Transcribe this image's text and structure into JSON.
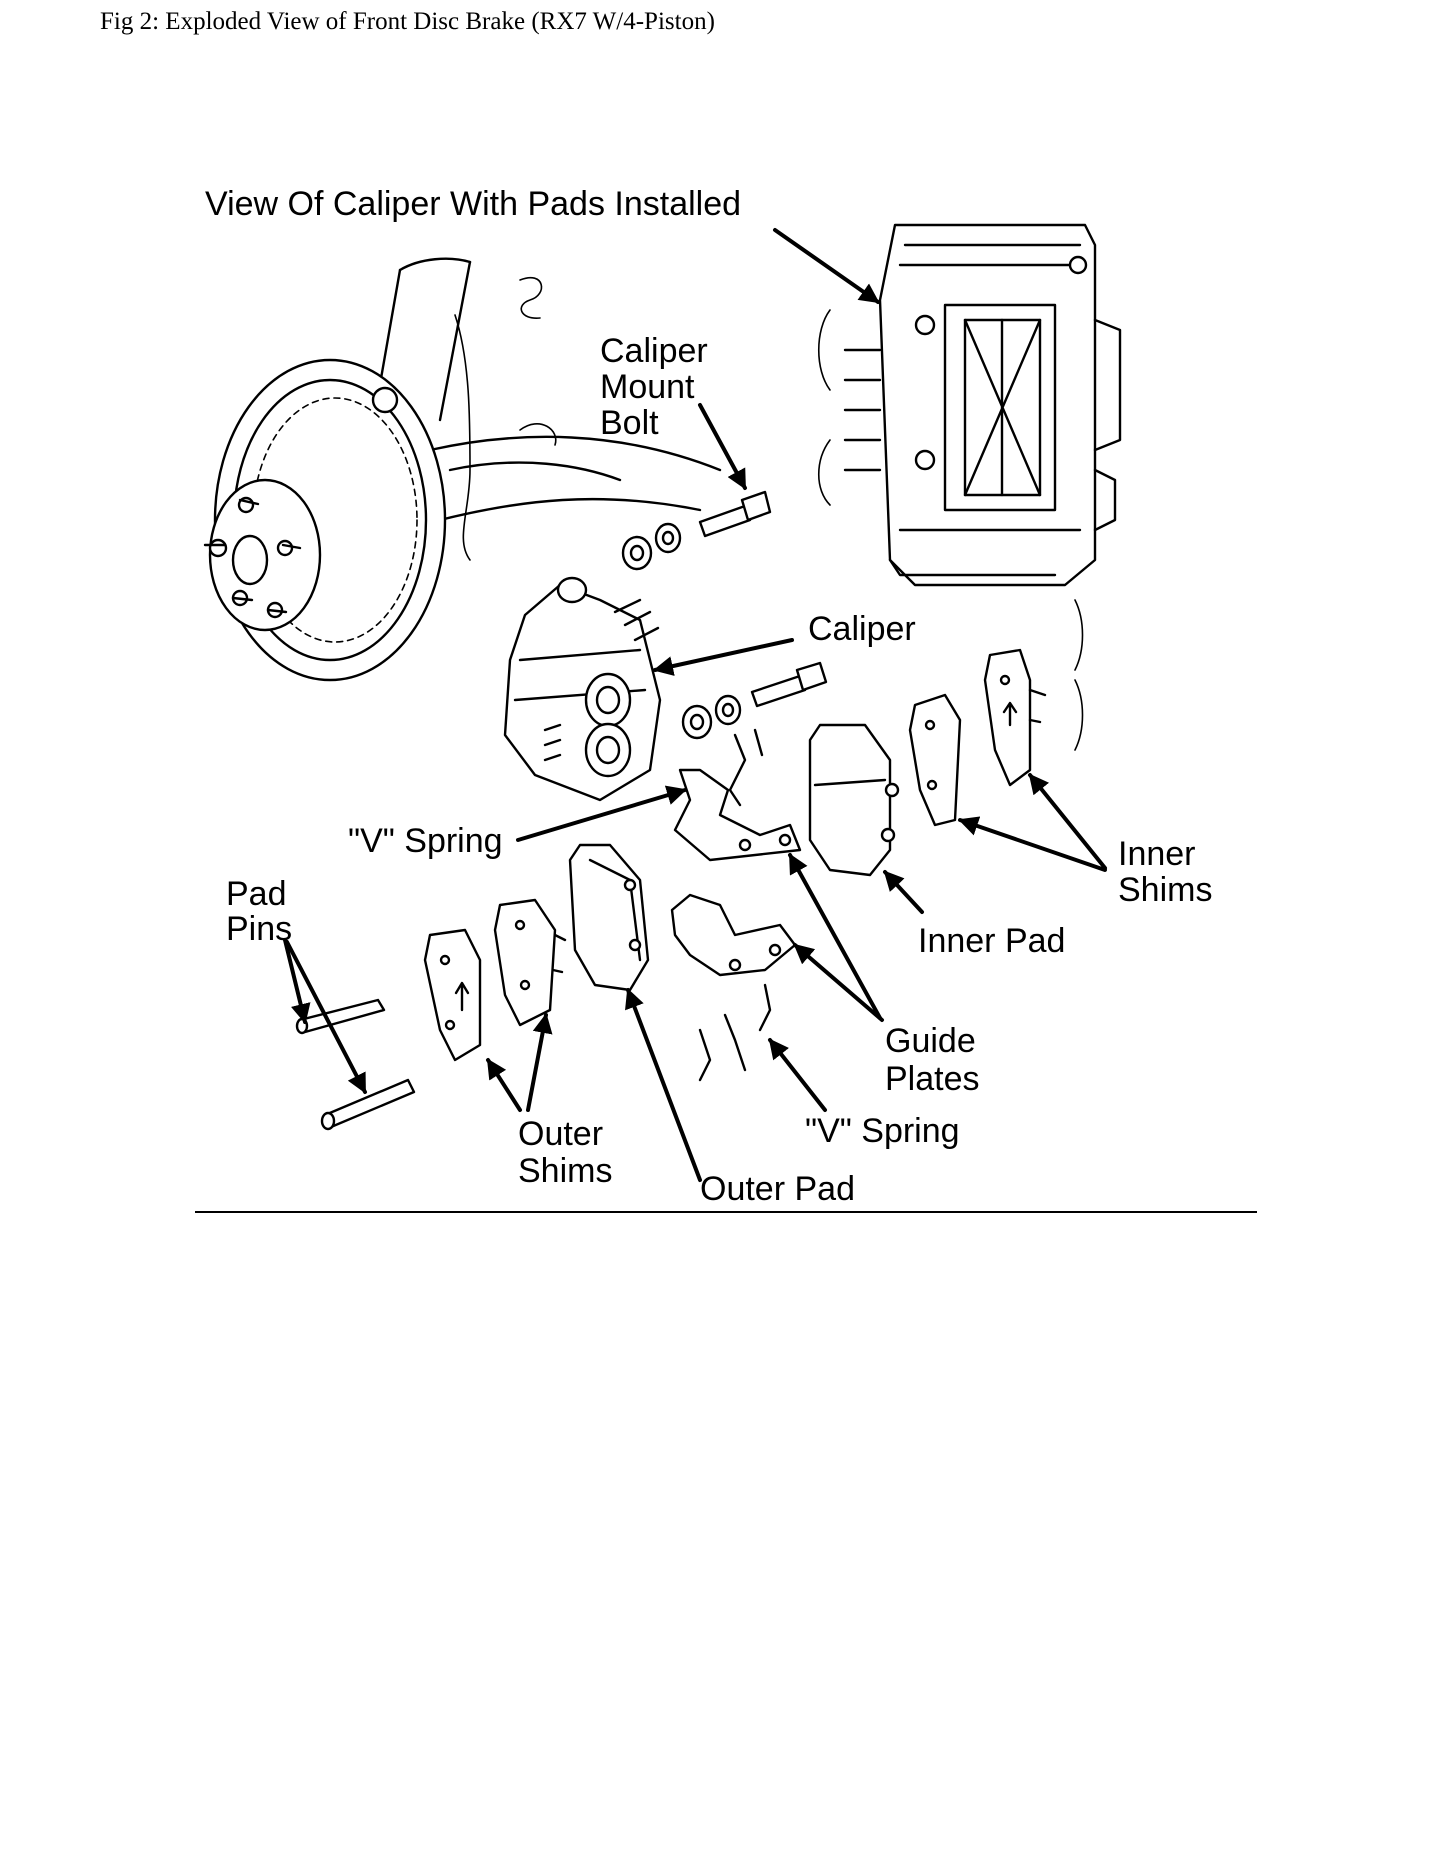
{
  "figure": {
    "caption": "Fig 2: Exploded View of Front Disc Brake (RX7 W/4-Piston)",
    "labels": {
      "view_title": "View Of Caliper With Pads Installed",
      "mount_bolt": [
        "Caliper",
        "Mount",
        "Bolt"
      ],
      "caliper": "Caliper",
      "v_spring_upper": "\"V\" Spring",
      "pad_pins": [
        "Pad",
        "Pins"
      ],
      "inner_shims": [
        "Inner",
        "Shims"
      ],
      "inner_pad": "Inner Pad",
      "guide_plates": [
        "Guide",
        "Plates"
      ],
      "v_spring_lower": "\"V\" Spring",
      "outer_shims": [
        "Outer",
        "Shims"
      ],
      "outer_pad": "Outer Pad"
    }
  }
}
